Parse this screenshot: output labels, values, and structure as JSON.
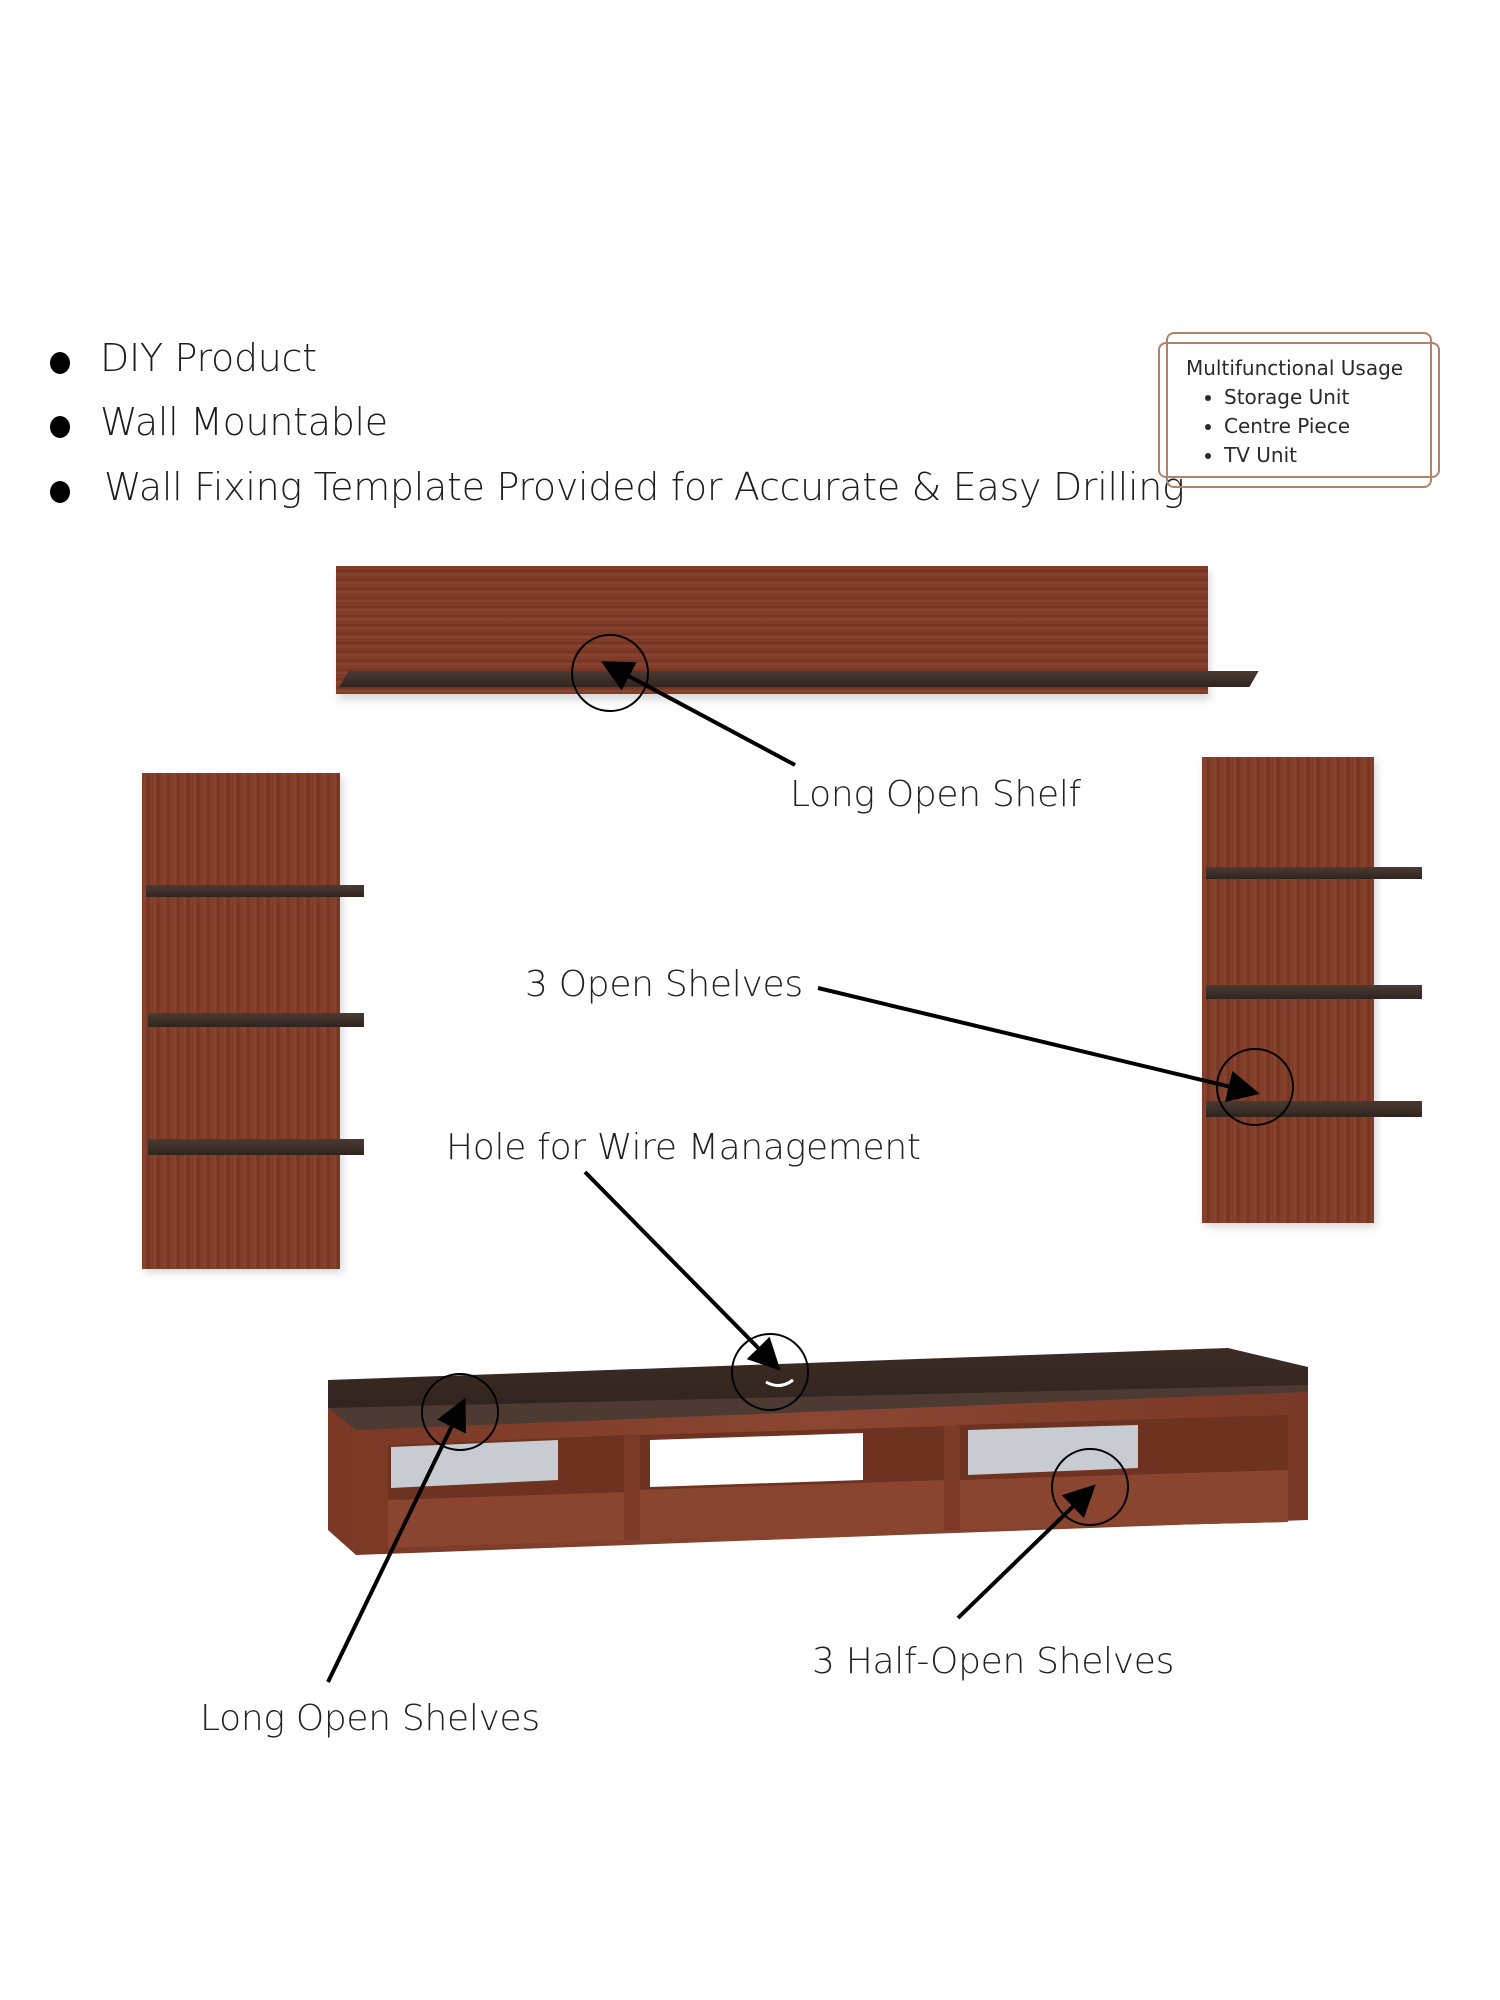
{
  "features": [
    {
      "label": "DIY Product"
    },
    {
      "label": "Wall Mountable"
    },
    {
      "label": "Wall Fixing Template Provided for Accurate & Easy Drilling"
    }
  ],
  "usage_box": {
    "title": "Multifunctional Usage",
    "items": [
      "Storage Unit",
      "Centre Piece",
      "TV Unit"
    ],
    "border_color": "#b0826c"
  },
  "callouts": {
    "long_open_shelf": "Long Open Shelf",
    "three_open_shelves": "3 Open Shelves",
    "wire_hole": "Hole for Wire Management",
    "long_open_shelves": "Long Open Shelves",
    "half_open_shelves": "3 Half-Open Shelves"
  },
  "colors": {
    "wood_light": "#83402b",
    "wood_dark": "#3b2d27",
    "annotation": "#000000"
  }
}
